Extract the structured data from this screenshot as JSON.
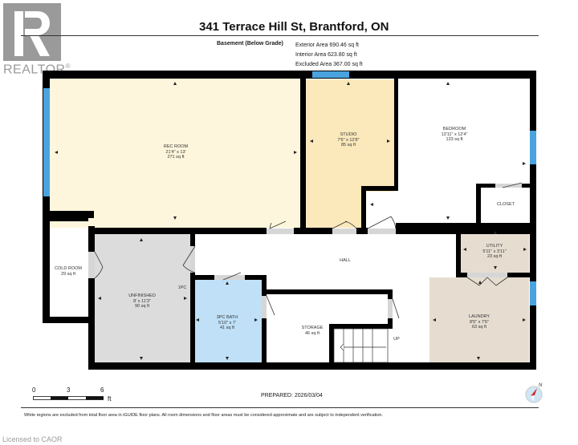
{
  "brand": {
    "logo_text": "REALTOR",
    "logo_mark": "®"
  },
  "header": {
    "title": "341 Terrace Hill St, Brantford, ON",
    "level": "Basement (Below Grade)",
    "areas": [
      "Exterior Area 690.46 sq ft",
      "Interior Area 623.80 sq ft",
      "Excluded Area 367.00 sq ft"
    ]
  },
  "colors": {
    "wall": "#000000",
    "window": "#4aa3df",
    "rec_room": "#fdf6dc",
    "studio": "#fbe8bb",
    "unfinished": "#dcdcdc",
    "bath": "#bfe0f7",
    "utility": "#e6ddd0",
    "laundry": "#e6ddd0",
    "door_swing": "#d6d6d6"
  },
  "rooms": {
    "rec_room": {
      "name": "REC ROOM",
      "dims": "21'4\" x 13'",
      "area": "271 sq ft"
    },
    "studio": {
      "name": "STUDIO",
      "dims": "7'6\" x 12'8\"",
      "area": "85 sq ft"
    },
    "bedroom": {
      "name": "BEDROOM",
      "dims": "13'11\" x 12'4\"",
      "area": "133 sq ft"
    },
    "closet": {
      "name": "CLOSET"
    },
    "cold_room": {
      "name": "COLD ROOM",
      "area": "29 sq ft"
    },
    "hall": {
      "name": "HALL"
    },
    "utility": {
      "name": "UTILITY",
      "dims": "5'11\" x 3'11\"",
      "area": "23 sq ft"
    },
    "unfinished": {
      "name": "UNFINISHED",
      "dims": "8' x 11'3\"",
      "area": "90 sq ft"
    },
    "onepc": {
      "name": "1PC"
    },
    "bath": {
      "name": "3PC BATH",
      "dims": "5'10\" x 7'",
      "area": "41 sq ft"
    },
    "storage": {
      "name": "STORAGE",
      "area": "46 sq ft"
    },
    "laundry": {
      "name": "LAUNDRY",
      "dims": "8'5\" x 7'6\"",
      "area": "63 sq ft"
    },
    "stairs": {
      "name": "UP"
    }
  },
  "footer": {
    "scale": {
      "ticks": [
        "0",
        "3",
        "6"
      ],
      "unit": "ft"
    },
    "prepared": "PREPARED: 2026/03/04",
    "compass_label": "N",
    "disclaimer": "White regions are excluded from total floor area in iGUIDE floor plans. All room dimensions and floor areas must be considered approximate and are subject to independent verification.",
    "licensed": "Licensed to CAOR"
  }
}
